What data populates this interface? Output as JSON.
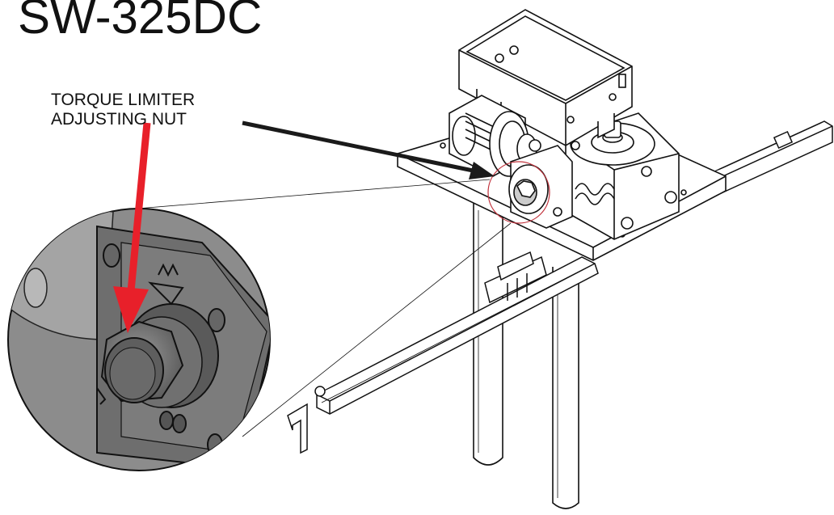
{
  "diagram": {
    "title": "SW-325DC",
    "callout": {
      "line1": "TORQUE LIMITER",
      "line2": "ADJUSTING NUT"
    },
    "colors": {
      "line": "#111111",
      "leader_black": "#1a1a1a",
      "leader_red": "#e8202a",
      "detail_fill": "#8c8c8c",
      "detail_dark": "#4a4a4a",
      "highlight_circle": "#c0303a"
    },
    "icons": [
      "arrow-black",
      "arrow-red",
      "detail-magnifier"
    ]
  }
}
